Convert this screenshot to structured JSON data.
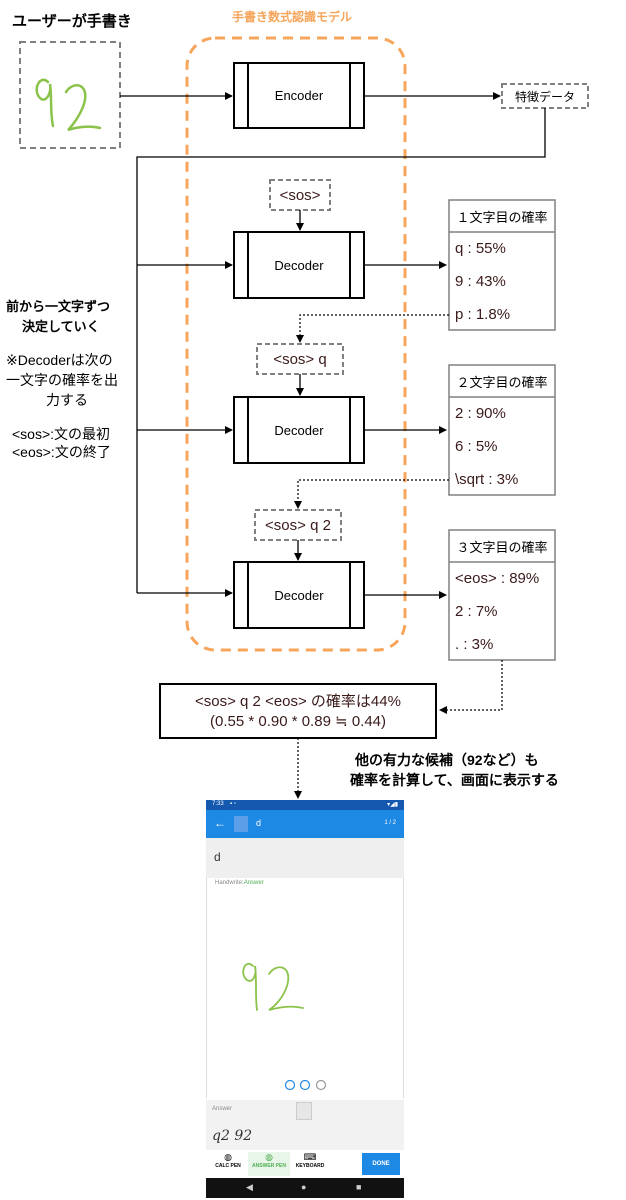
{
  "title_user": "ユーザーが手書き",
  "title_model": "手書き数式認識モデル",
  "handwritten_input": "92",
  "encoder_label": "Encoder",
  "features_label": "特徴データ",
  "decoder_label": "Decoder",
  "side_notes": {
    "line1": "前から一文字ずつ",
    "line2": "決定していく",
    "note1": "※Decoderは次の",
    "note2": "一文字の確率を出",
    "note3": "力する",
    "sos_def": "<sos>:文の最初",
    "eos_def": "<eos>:文の終了"
  },
  "inputs": [
    "<sos>",
    "<sos> q",
    "<sos> q 2"
  ],
  "prob_tables": [
    {
      "title": "１文字目の確率",
      "items": [
        "q : 55%",
        "9 : 43%",
        "p : 1.8%"
      ]
    },
    {
      "title": "２文字目の確率",
      "items": [
        "2 : 90%",
        "6 : 5%",
        "\\sqrt : 3%"
      ]
    },
    {
      "title": "３文字目の確率",
      "items": [
        "<eos> : 89%",
        "2 : 7%",
        ". : 3%"
      ]
    }
  ],
  "result": {
    "line1": "<sos> q 2 <eos> の確率は44%",
    "line2": "(0.55 * 0.90 * 0.89 ≒ 0.44)"
  },
  "caption": {
    "line1": "他の有力な候補（92など）も",
    "line2": "確率を計算して、画面に表示する"
  },
  "phone": {
    "status_time": "7:33",
    "app_title": "d",
    "page_counter": "1 / 2",
    "question": "d",
    "canvas_label_prefix": "Handwrite:",
    "canvas_label_mode": "Answer",
    "handwriting": "92",
    "answer_label": "Answer",
    "answer_values": "q2  92",
    "tool_calc": "CALC PEN",
    "tool_answer": "ANSWER PEN",
    "tool_keyboard": "KEYBOARD",
    "done": "DONE"
  },
  "colors": {
    "orange_dashed": "#f6a55b",
    "gray_dashed": "#808080",
    "appbar_blue": "#1e88e5",
    "status_blue": "#1558b0",
    "handwriting_green": "#8bc34a",
    "dark_text": "#3b1a1a"
  }
}
